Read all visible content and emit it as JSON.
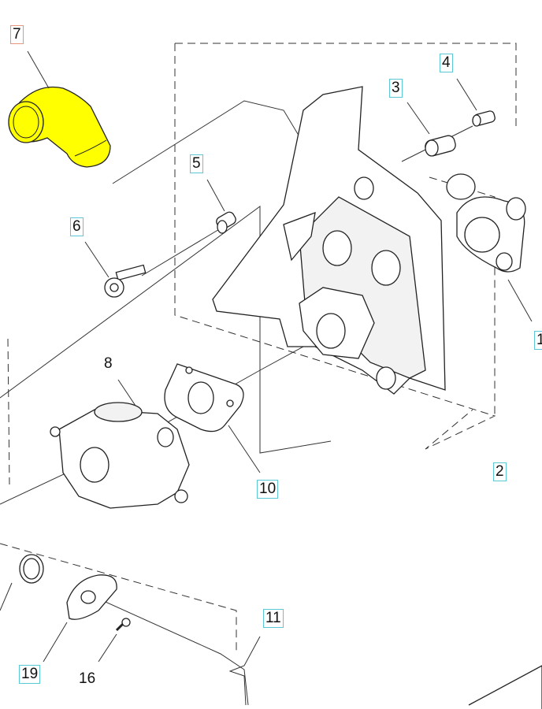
{
  "diagram": {
    "highlight_color": "#ffff00",
    "selected_label_border": "#e8957a",
    "label_border": "#5bc8d6",
    "callouts": [
      {
        "id": "7",
        "boxed": true,
        "selected": true
      },
      {
        "id": "4",
        "boxed": true,
        "selected": false
      },
      {
        "id": "3",
        "boxed": true,
        "selected": false
      },
      {
        "id": "5",
        "boxed": true,
        "selected": false
      },
      {
        "id": "6",
        "boxed": true,
        "selected": false
      },
      {
        "id": "1",
        "boxed": true,
        "selected": false
      },
      {
        "id": "8",
        "boxed": false,
        "selected": false
      },
      {
        "id": "10",
        "boxed": true,
        "selected": false
      },
      {
        "id": "2",
        "boxed": true,
        "selected": false
      },
      {
        "id": "11",
        "boxed": true,
        "selected": false
      },
      {
        "id": "19",
        "boxed": true,
        "selected": false
      },
      {
        "id": "16",
        "boxed": false,
        "selected": false
      }
    ]
  }
}
